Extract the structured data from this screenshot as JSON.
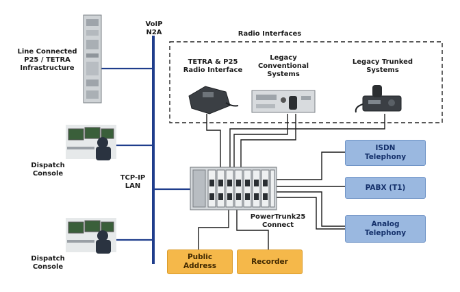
{
  "labels": {
    "voip": "VoIP\nN2A",
    "line_connected": "Line Connected\nP25 / TETRA\nInfrastructure",
    "radio_interfaces_title": "Radio Interfaces",
    "tetra_p25": "TETRA & P25\nRadio Interface",
    "legacy_conventional": "Legacy\nConventional\nSystems",
    "legacy_trunked": "Legacy Trunked\nSystems",
    "dispatch_console_1": "Dispatch\nConsole",
    "dispatch_console_2": "Dispatch\nConsole",
    "tcpip_lan": "TCP-IP\nLAN",
    "powertrunk": "PowerTrunk25\nConnect"
  },
  "boxes": {
    "isdn": "ISDN\nTelephony",
    "pabx": "PABX (T1)",
    "analog": "Analog\nTelephony",
    "public_address": "Public\nAddress",
    "recorder": "Recorder"
  },
  "colors": {
    "lan_line": "#1f3d8c",
    "connector": "#1a1a1a",
    "blue_box": "#9ab8e0",
    "orange_box": "#f5b84a"
  }
}
